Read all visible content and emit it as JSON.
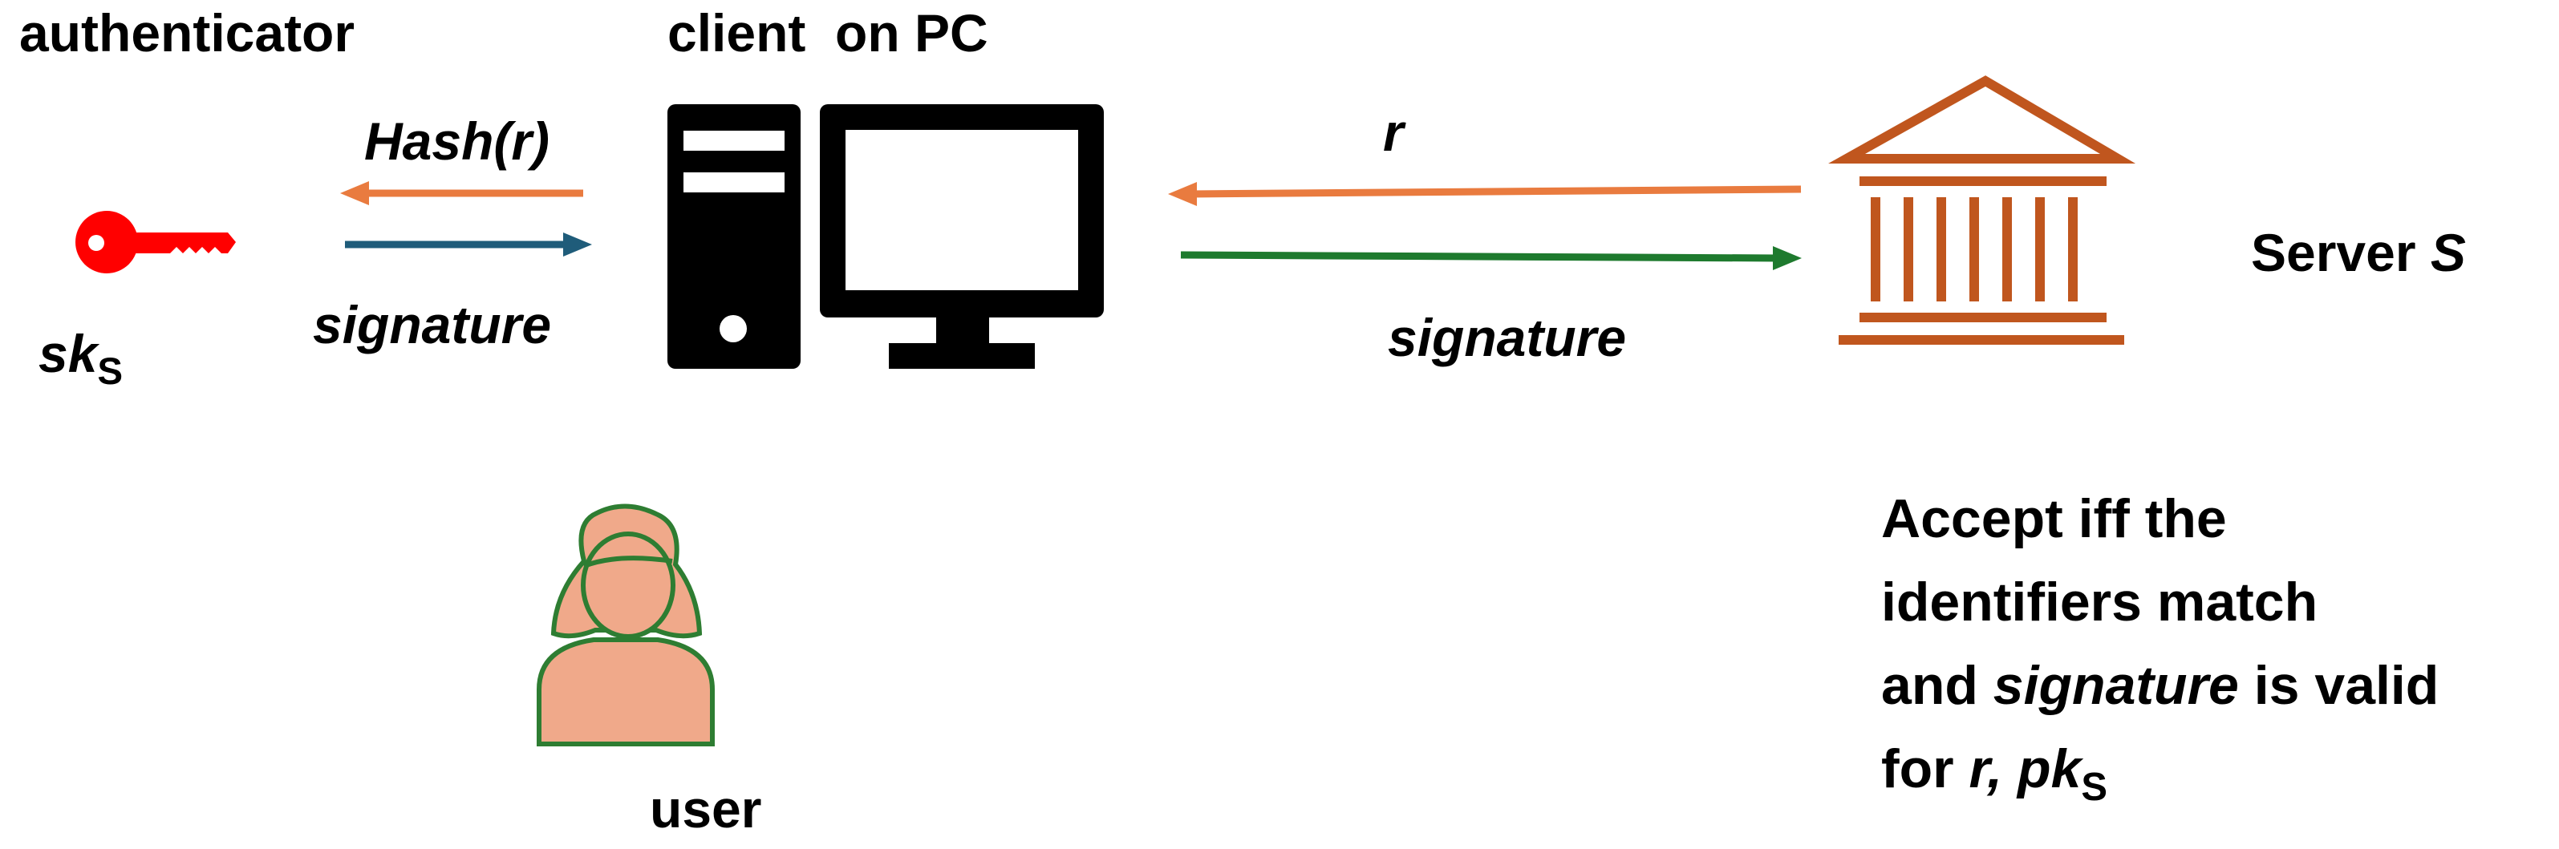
{
  "labels": {
    "authenticator": "authenticator",
    "client": "client  on PC",
    "hash": "Hash(r)",
    "sig_left": "signature",
    "sk_main": "sk",
    "sk_sub": "S",
    "r": "r",
    "sig_right": "signature",
    "server_prefix": "Server ",
    "server_var": "S",
    "user": "user"
  },
  "condition": {
    "line1": "Accept iff the",
    "line2": "identifiers match",
    "line3_pre": "and ",
    "line3_it": "signature",
    "line3_post": " is valid",
    "line4_pre": "for ",
    "line4_it": "r, pk",
    "line4_sub": "S"
  },
  "icons": {
    "key": "key-icon",
    "computer": "desktop-computer-icon",
    "server": "bank-building-icon",
    "user": "user-icon"
  },
  "colors": {
    "orange_arrow": "#E97B3F",
    "blue_arrow": "#1F5C7A",
    "green_arrow": "#1E7A2E",
    "key_red": "#FF0000",
    "building": "#C0561E",
    "user_fill": "#F0A98A",
    "user_stroke": "#2E7D32"
  }
}
